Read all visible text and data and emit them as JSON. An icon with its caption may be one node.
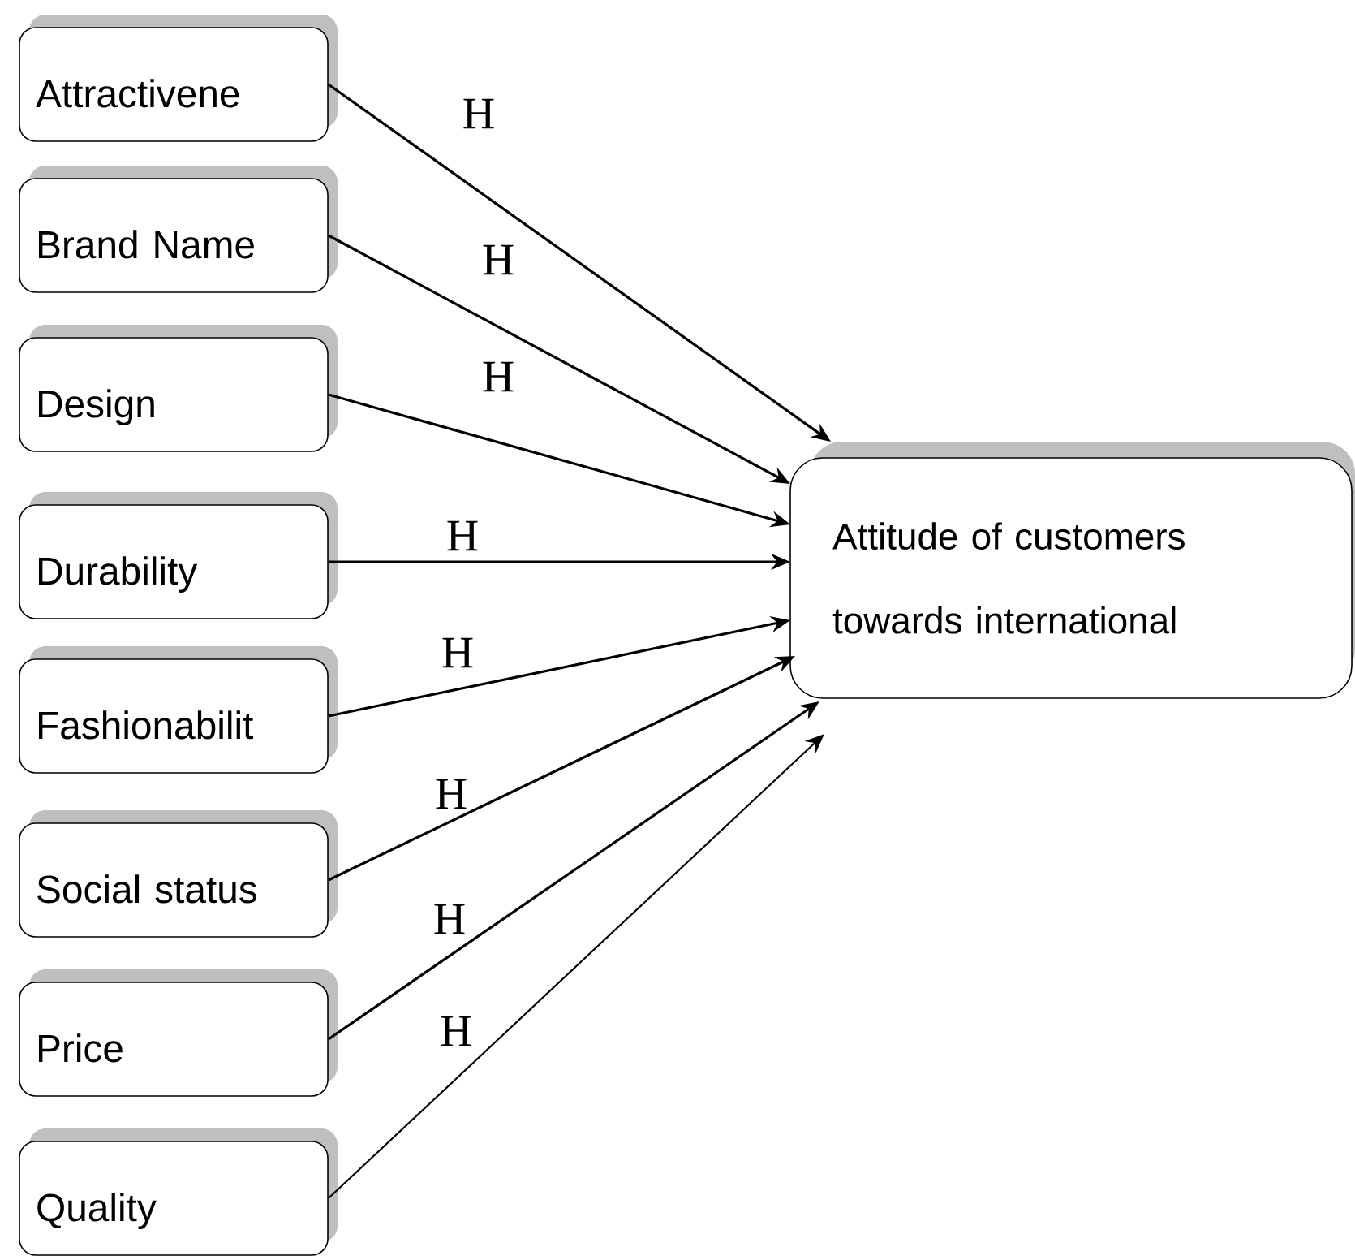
{
  "diagram": {
    "nodes": [
      {
        "text": [
          "Attractivene"
        ]
      },
      {
        "text": [
          "Brand Name"
        ]
      },
      {
        "text": [
          "Design"
        ]
      },
      {
        "text": [
          "Durability"
        ]
      },
      {
        "text": [
          "Fashionabilit"
        ]
      },
      {
        "text": [
          "Social status"
        ]
      },
      {
        "text": [
          "Price"
        ]
      },
      {
        "text": [
          "Quality"
        ]
      },
      {
        "text": [
          "Attitude of customers towards international"
        ]
      }
    ],
    "edges": [
      {
        "from": 0,
        "to": 8,
        "arrow": "to",
        "label": "H"
      },
      {
        "from": 1,
        "to": 8,
        "arrow": "to",
        "label": "H"
      },
      {
        "from": 2,
        "to": 8,
        "arrow": "to",
        "label": "H"
      },
      {
        "from": 3,
        "to": 8,
        "arrow": "to",
        "label": "H"
      },
      {
        "from": 4,
        "to": 8,
        "arrow": "to",
        "label": "H"
      },
      {
        "from": 5,
        "to": 8,
        "arrow": "to",
        "label": "H"
      },
      {
        "from": 6,
        "to": 8,
        "arrow": "to",
        "label": "H"
      },
      {
        "from": 7,
        "to": 8,
        "arrow": "to",
        "label": "H"
      }
    ]
  }
}
